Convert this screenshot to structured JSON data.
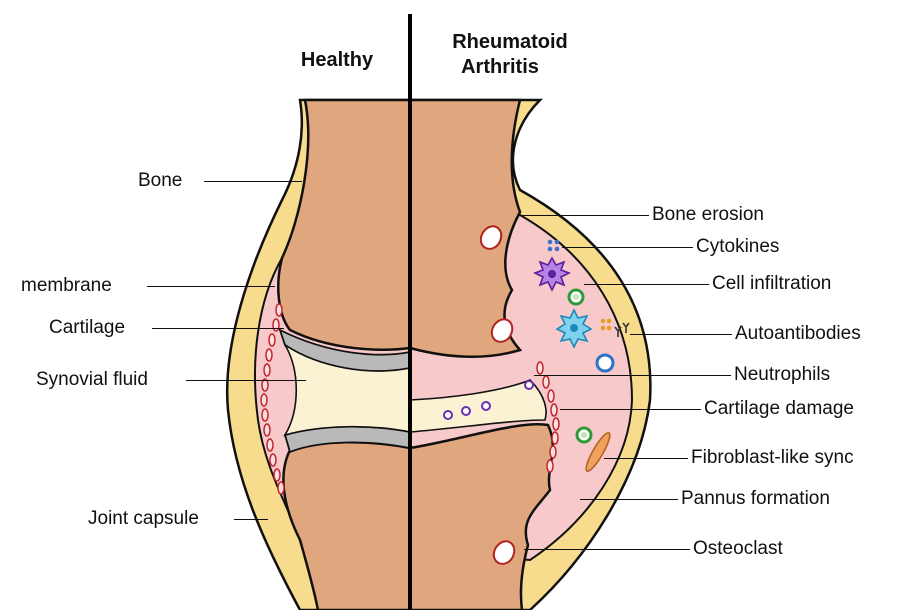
{
  "titles": {
    "healthy": "Healthy",
    "ra_line1": "Rheumatoid",
    "ra_line2": "Arthritis"
  },
  "left_labels": {
    "bone": "Bone",
    "membrane": "membrane",
    "cartilage": "Cartilage",
    "synovial_fluid": "Synovial fluid",
    "joint_capsule": "Joint capsule"
  },
  "right_labels": {
    "bone_erosion": "Bone erosion",
    "cytokines": "Cytokines",
    "cell_infiltration": "Cell infiltration",
    "autoantibodies": "Autoantibodies",
    "neutrophils": "Neutrophils",
    "cartilage_damage": "Cartilage damage",
    "fibroblast": "Fibroblast-like sync",
    "pannus_formation": "Pannus formation",
    "osteoclast": "Osteoclast"
  },
  "colors": {
    "capsule": "#f6dc8c",
    "bone": "#e0a77f",
    "synovium": "#f8c9cb",
    "fluid": "#fbf1d3",
    "cartilage": "#b9b9b9",
    "divider": "#000000"
  }
}
